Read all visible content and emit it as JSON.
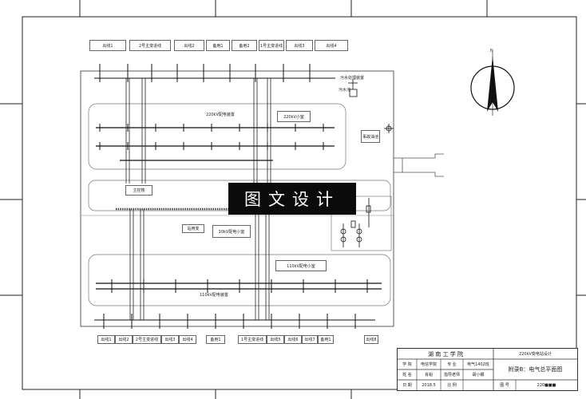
{
  "top_feeders": [
    "出线1",
    "2号主变进线",
    "出线2",
    "备用1",
    "备用2",
    "1号主变进线",
    "出线3",
    "出线4"
  ],
  "bottom_feeders": [
    "出线1",
    "出线2",
    "2号主变进线",
    "出线3",
    "出线4",
    "备用1",
    "1号主变进线",
    "出线5",
    "出线6",
    "出线7",
    "备用1",
    "出线8"
  ],
  "areas": {
    "bay_220": "220kV配电装置",
    "room_220": "220kV小室",
    "main_control": "主控楼",
    "room_10": "10kV配电小室",
    "room_110": "110kV配电小室",
    "bay_110": "110kV配电装置",
    "small_box": "站用变",
    "accident_tank": "事故油池",
    "oil_separator": "污水处理装置",
    "septic": "污水池"
  },
  "watermark": "图文设计",
  "north_label": "N",
  "title_block": {
    "school": "湖 南 工 学 院",
    "project": "220kV变电站设计",
    "drawing_title": "附录B：电气总平面图",
    "rows": [
      [
        "学 院",
        "电信学院",
        "专 业",
        "电气1402班"
      ],
      [
        "姓 名",
        "肖韬",
        "指导老师",
        "胡小娜"
      ],
      [
        "日 期",
        "2018.5",
        "比 例",
        ""
      ]
    ],
    "drawing_no_label": "图 号",
    "drawing_no": "220■■■"
  }
}
